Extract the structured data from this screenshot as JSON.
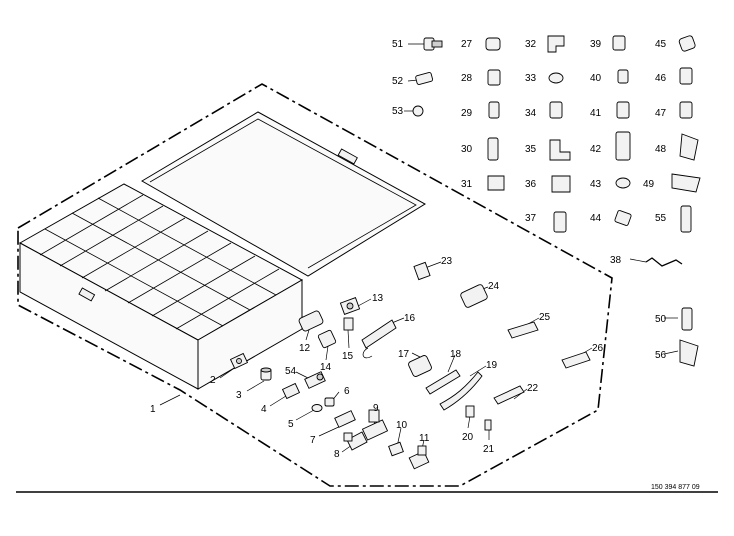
{
  "drawing": {
    "reference_number": "150 394 877 09",
    "item_numbers": [
      "1",
      "2",
      "3",
      "4",
      "5",
      "6",
      "7",
      "8",
      "9",
      "10",
      "11",
      "12",
      "13",
      "14",
      "15",
      "16",
      "17",
      "18",
      "19",
      "20",
      "21",
      "22",
      "23",
      "24",
      "25",
      "26",
      "27",
      "28",
      "29",
      "30",
      "31",
      "32",
      "33",
      "34",
      "35",
      "36",
      "37",
      "38",
      "39",
      "40",
      "41",
      "42",
      "43",
      "44",
      "45",
      "46",
      "47",
      "48",
      "49",
      "50",
      "51",
      "52",
      "53",
      "54",
      "55",
      "56"
    ]
  }
}
